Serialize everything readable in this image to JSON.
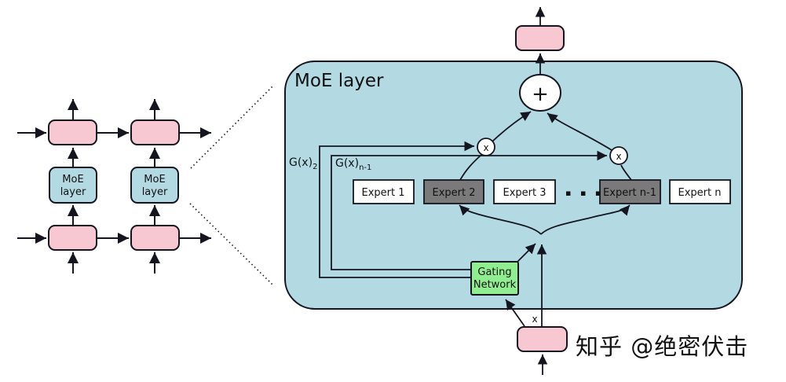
{
  "colors": {
    "panel_blue": "#b3d9e3",
    "cell_pink": "#f8c8d2",
    "gating_green": "#90ee90",
    "expert_active": "#7a7a7a",
    "expert_inactive": "#ffffff",
    "line": "#15151f",
    "watermark": "#c9c9c9"
  },
  "panel": {
    "title": "MoE layer"
  },
  "left_network": {
    "moe_line1": "MoE",
    "moe_line2": "layer"
  },
  "experts": [
    "Expert 1",
    "Expert 2",
    "Expert 3",
    "Expert n-1",
    "Expert n"
  ],
  "ellipsis": "▪ ▪ ▪",
  "gating": {
    "line1": "Gating",
    "line2": "Network"
  },
  "gate_labels": {
    "g2_main": "G(x)",
    "g2_sub": "2",
    "gn_main": "G(x)",
    "gn_sub": "n-1"
  },
  "ops": {
    "multiply": "x",
    "sum": "+"
  },
  "io": {
    "input_label": "x"
  },
  "watermark": {
    "text": "知乎 @绝密伏击"
  }
}
